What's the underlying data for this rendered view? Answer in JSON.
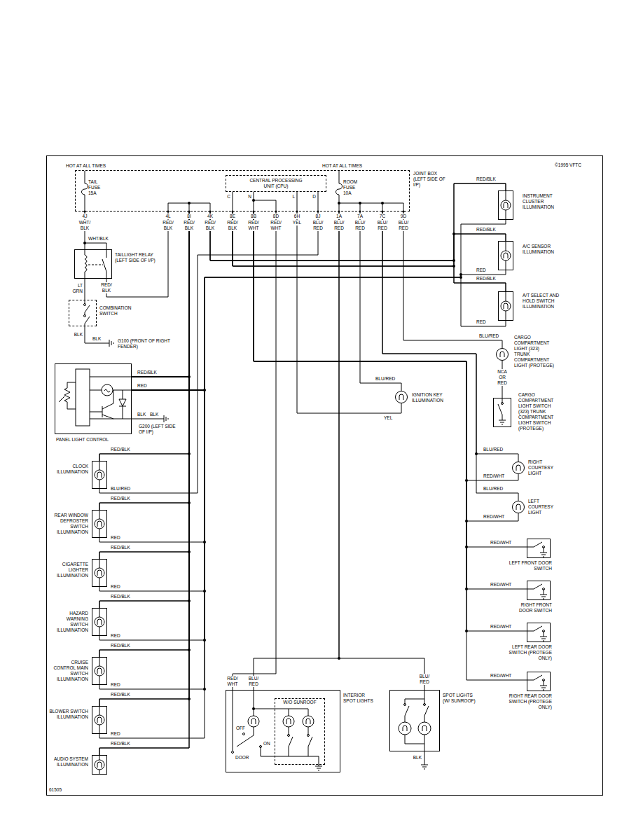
{
  "diagram": {
    "nodes": [
      {
        "text": [
          "JOINT BOX (LEFT SIDE OF I/P)"
        ]
      },
      {
        "text": [
          "CENTRAL PROCESSING UNIT (CPU)"
        ],
        "in": 0
      },
      {
        "text": [
          "TAILLIGHT RELAY (LEFT SIDE OF I/P)"
        ]
      },
      {
        "text": [
          "COMBINATION SWITCH"
        ]
      },
      {
        "text": [
          "PANEL LIGHT CONTROL"
        ]
      },
      {
        "text": [
          "CLOCK ILLUMINATION"
        ]
      },
      {
        "text": [
          "REAR WINDOW DEFROSTER SWITCH ILLUMINATION"
        ]
      },
      {
        "text": [
          "CIGARETTE LIGHTER ILLUMINATION"
        ]
      },
      {
        "text": [
          "HAZARD WARNING SWITCH ILLUMINATION"
        ]
      },
      {
        "text": [
          "CRUISE CONTROL MAIN SWITCH ILLUMINATION"
        ]
      },
      {
        "text": [
          "BLOWER SWITCH ILLUMINATION"
        ]
      },
      {
        "text": [
          "AUDIO SYSTEM ILLUMINATION"
        ]
      },
      {
        "text": [
          "INSTRUMENT CLUSTER ILLUMINATION"
        ]
      },
      {
        "text": [
          "A/C SENSOR ILLUMINATION"
        ]
      },
      {
        "text": [
          "A/T SELECT AND HOLD SWITCH ILLUMINATION"
        ]
      },
      {
        "text": [
          "CARGO COMPARTMENT LIGHT (323) TRUNK COMPARTMENT LIGHT (PROTEGE)"
        ]
      },
      {
        "text": [
          "CARGO COMPARTMENT LIGHT SWITCH (323) TRUNK COMPARTMENT LIGHT SWITCH (PROTEGE)"
        ]
      },
      {
        "text": [
          "IGNITION KEY ILLUMINATION"
        ]
      },
      {
        "text": [
          "RIGHT COURTESY LIGHT"
        ]
      },
      {
        "text": [
          "LEFT COURTESY LIGHT"
        ]
      },
      {
        "text": [
          "LEFT FRONT DOOR SWITCH"
        ]
      },
      {
        "text": [
          "RIGHT FRONT DOOR SWITCH"
        ]
      },
      {
        "text": [
          "LEFT REAR DOOR SWITCH (PROTEGE ONLY)"
        ]
      },
      {
        "text": [
          "RIGHT REAR DOOR SWITCH (PROTEGE ONLY)"
        ]
      },
      {
        "text": [
          "INTERIOR SPOT LIGHTS"
        ]
      },
      {
        "text": [
          "W/O SUNROOF"
        ],
        "in": 24
      },
      {
        "text": [
          "SPOT LIGHTS (W/ SUNROOF)"
        ]
      }
    ],
    "edges": [
      {
        "from": 0,
        "to": 2,
        "arrow": "none"
      },
      {
        "from": 0,
        "to": 2,
        "arrow": "none"
      },
      {
        "from": 2,
        "to": 3,
        "arrow": "none"
      },
      {
        "from": 0,
        "to": 5,
        "arrow": "none"
      },
      {
        "from": 0,
        "to": 6,
        "arrow": "none"
      },
      {
        "from": 0,
        "to": 7,
        "arrow": "none"
      },
      {
        "from": 0,
        "to": 8,
        "arrow": "none"
      },
      {
        "from": 0,
        "to": 9,
        "arrow": "none"
      },
      {
        "from": 0,
        "to": 10,
        "arrow": "none"
      },
      {
        "from": 0,
        "to": 11,
        "arrow": "none"
      },
      {
        "from": 4,
        "to": 0,
        "arrow": "none"
      },
      {
        "from": 4,
        "to": 5,
        "arrow": "none"
      },
      {
        "from": 4,
        "to": 6,
        "arrow": "none"
      },
      {
        "from": 4,
        "to": 7,
        "arrow": "none"
      },
      {
        "from": 4,
        "to": 8,
        "arrow": "none"
      },
      {
        "from": 4,
        "to": 9,
        "arrow": "none"
      },
      {
        "from": 4,
        "to": 10,
        "arrow": "none"
      },
      {
        "from": 4,
        "to": 11,
        "arrow": "none"
      },
      {
        "from": 5,
        "to": 0,
        "arrow": "none"
      },
      {
        "from": 4,
        "to": 6,
        "arrow": "none"
      },
      {
        "from": 4,
        "to": 7,
        "arrow": "none"
      },
      {
        "from": 4,
        "to": 8,
        "arrow": "none"
      },
      {
        "from": 4,
        "to": 9,
        "arrow": "none"
      },
      {
        "from": 4,
        "to": 10,
        "arrow": "none"
      },
      {
        "from": 4,
        "to": 12,
        "arrow": "none"
      },
      {
        "from": 4,
        "to": 13,
        "arrow": "none"
      },
      {
        "from": 4,
        "to": 14,
        "arrow": "none"
      },
      {
        "from": 0,
        "to": 12,
        "arrow": "none"
      },
      {
        "from": 0,
        "to": 13,
        "arrow": "none"
      },
      {
        "from": 0,
        "to": 14,
        "arrow": "none"
      },
      {
        "from": 0,
        "to": 12,
        "arrow": "none"
      },
      {
        "from": 0,
        "to": 13,
        "arrow": "none"
      },
      {
        "from": 0,
        "to": 14,
        "arrow": "none"
      },
      {
        "from": 0,
        "to": 24,
        "arrow": "none"
      },
      {
        "from": 0,
        "to": 17,
        "arrow": "none"
      },
      {
        "from": 0,
        "to": 24,
        "arrow": "none"
      },
      {
        "from": 0,
        "to": 26,
        "arrow": "none"
      },
      {
        "from": 0,
        "to": 17,
        "arrow": "none"
      },
      {
        "from": 0,
        "to": 18,
        "arrow": "none"
      },
      {
        "from": 0,
        "to": 19,
        "arrow": "none"
      },
      {
        "from": 0,
        "to": 15,
        "arrow": "none"
      },
      {
        "from": 15,
        "to": 16,
        "arrow": "none"
      },
      {
        "from": 0,
        "to": 18,
        "arrow": "none"
      },
      {
        "from": 0,
        "to": 19,
        "arrow": "none"
      },
      {
        "from": 0,
        "to": 20,
        "arrow": "none"
      },
      {
        "from": 0,
        "to": 21,
        "arrow": "none"
      },
      {
        "from": 0,
        "to": 22,
        "arrow": "none"
      },
      {
        "from": 0,
        "to": 23,
        "arrow": "none"
      }
    ],
    "labels": [
      "HOT AT ALL TIMES",
      "HOT AT ALL TIMES",
      "©1995 VFTC",
      "TAIL FUSE 15A",
      "ROOM FUSE 10A",
      "C",
      "N",
      "L",
      "D",
      "4J",
      "4L",
      "8I",
      "4K",
      "8E",
      "8B",
      "8D",
      "6H",
      "8J",
      "1A",
      "7A",
      "7C",
      "9D",
      "WHT/ BLK",
      "RED/ BLK",
      "RED/ BLK",
      "RED/ BLK",
      "RED/ BLK",
      "RED/ WHT",
      "RED/ WHT",
      "YEL",
      "BLU/ RED",
      "BLU/ RED",
      "BLU/ RED",
      "BLU/ RED",
      "BLU/ RED",
      "WHT/BLK",
      "LT GRN",
      "RED/ BLK",
      "BLK",
      "BLK",
      "G100 (FRONT OF RIGHT FENDER)",
      "RED/BLK",
      "RED",
      "BLK",
      "BLK",
      "G200 (LEFT SIDE OF I/P)",
      "RED/BLK",
      "BLU/RED",
      "RED/BLK",
      "RED",
      "RED/BLK",
      "RED",
      "RED/BLK",
      "RED",
      "RED/BLK",
      "RED",
      "RED/BLK",
      "RED",
      "RED/BLK",
      "RED/BLK",
      "RED/BLK",
      "RED",
      "RED/BLK",
      "RED",
      "BLU/RED",
      "NCA OR RED",
      "BLU/RED",
      "YEL",
      "BLU/RED",
      "RED/WHT",
      "BLU/RED",
      "RED/WHT",
      "RED/WHT",
      "RED/WHT",
      "RED/WHT",
      "RED/WHT",
      "RED/ WHT",
      "BLU/ RED",
      "BLU/ RED",
      "OFF",
      "DOOR",
      "ON",
      "BLK",
      "61505"
    ]
  }
}
